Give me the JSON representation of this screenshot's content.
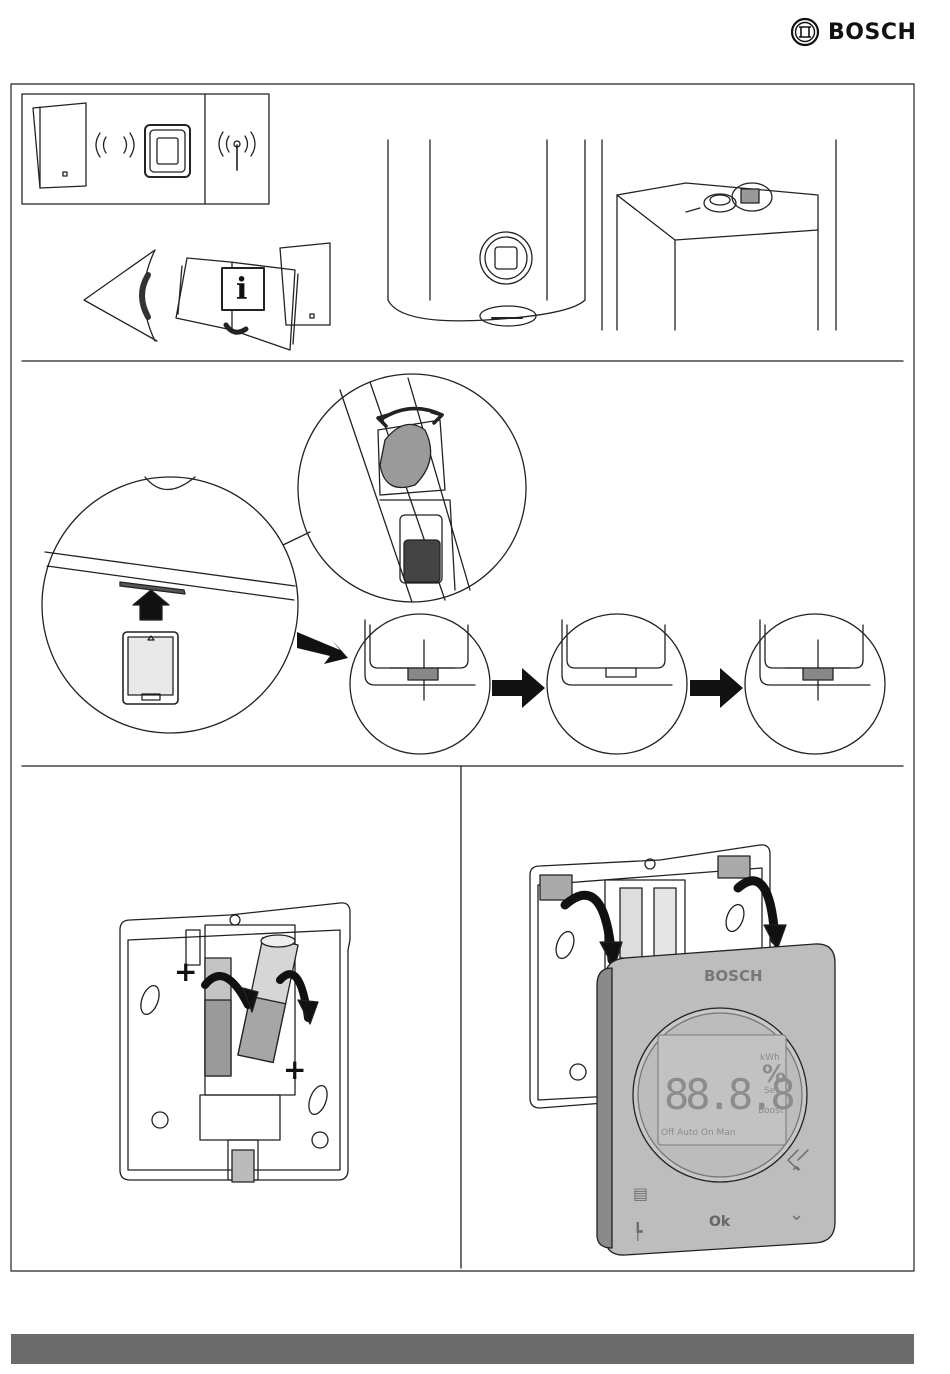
{
  "brand": {
    "name": "BOSCH",
    "logo_icon": "bosch-armature-icon"
  },
  "device": {
    "brand_label": "BOSCH",
    "display_digits": "88.8.8",
    "display_percent": "%",
    "display_kwh": "kWh",
    "display_set": "Set",
    "display_boost": "Boost",
    "display_modes": "Off Auto On Man",
    "ok_button": "Ok",
    "icons": [
      "wireless-icon",
      "globe-icon",
      "warning-icon",
      "flame-icon",
      "snowflake-icon",
      "menu-icon",
      "battery-icon",
      "radiator-icon",
      "tap-icon",
      "chevron-up-icon",
      "chevron-down-icon"
    ]
  },
  "steps": {
    "step1": {
      "icons": [
        "boiler-icon",
        "wireless-icon",
        "thermostat-icon",
        "antenna-icon",
        "eye-icon",
        "manual-info-icon"
      ],
      "info_letter": "i"
    },
    "step2": {
      "icons": [
        "card-insert-icon",
        "arrow-right-icon"
      ],
      "insert_symbol": "+"
    },
    "step3": {
      "plus_signs": [
        "+",
        "+"
      ]
    }
  },
  "colors": {
    "line": "#222222",
    "device_gray": "#b3b3b3",
    "footer": "#6b6b6b"
  }
}
